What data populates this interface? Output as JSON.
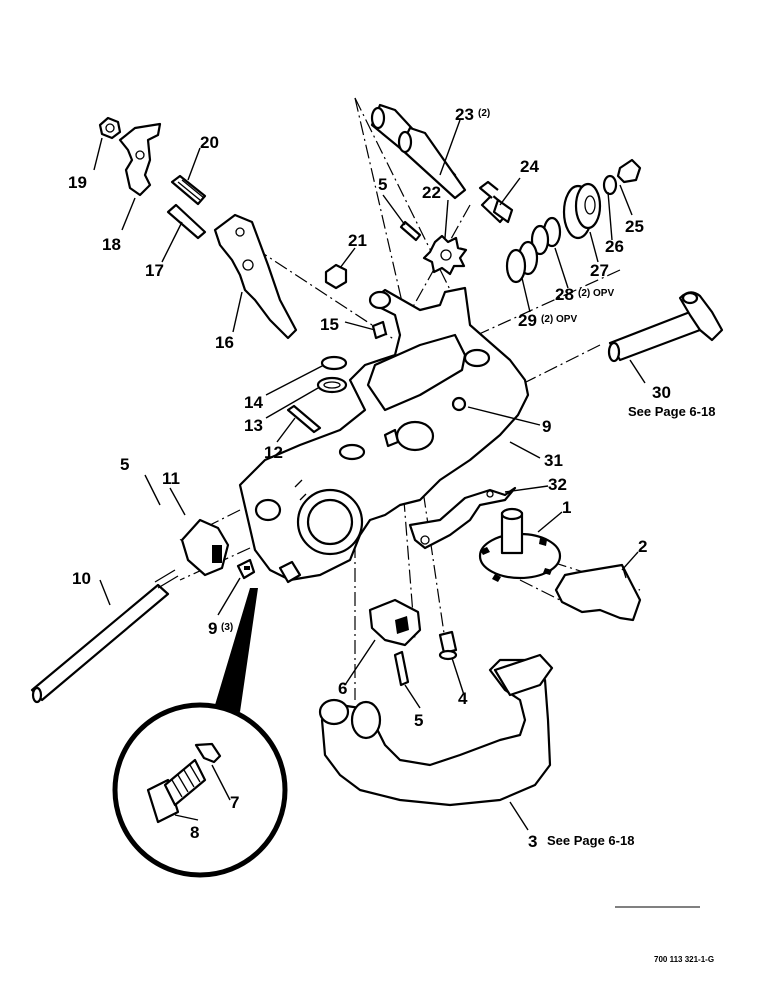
{
  "figure_code": "700 113 321-1-G",
  "callouts": {
    "c1": "1",
    "c2": "2",
    "c3": "3",
    "c4": "4",
    "c5a": "5",
    "c5b": "5",
    "c5c": "5",
    "c6": "6",
    "c7": "7",
    "c8": "8",
    "c9a": "9",
    "c9b": "9",
    "c9b_qty": "(3)",
    "c10": "10",
    "c11": "11",
    "c12": "12",
    "c13": "13",
    "c14": "14",
    "c15": "15",
    "c16": "16",
    "c17": "17",
    "c18": "18",
    "c19": "19",
    "c20": "20",
    "c21": "21",
    "c22": "22",
    "c23": "23",
    "c23_qty": "(2)",
    "c24": "24",
    "c25": "25",
    "c26": "26",
    "c27": "27",
    "c28": "28",
    "c28_qty": "(2) OPV",
    "c29": "29",
    "c29_qty": "(2) OPV",
    "c30": "30",
    "c31": "31",
    "c32": "32"
  },
  "notes": {
    "n30": "See Page 6-18",
    "n3": "See Page 6-18"
  }
}
